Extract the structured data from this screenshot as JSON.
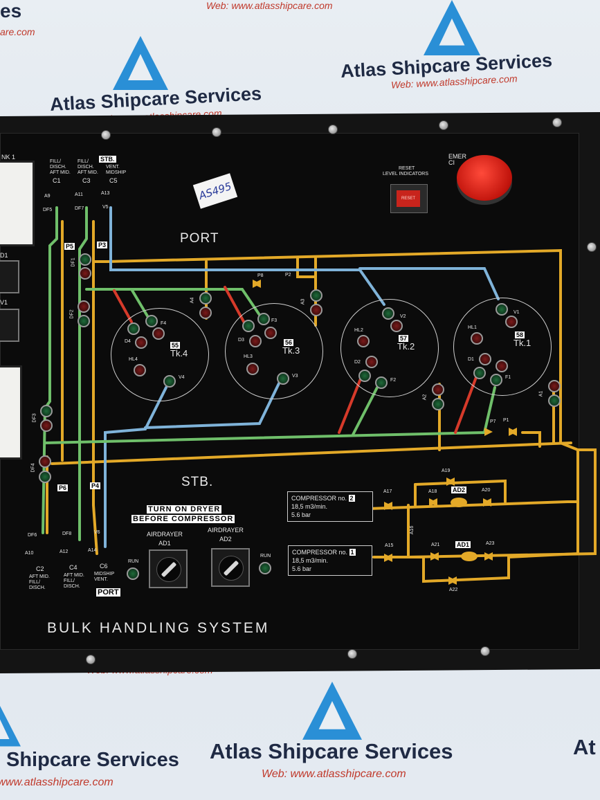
{
  "watermark": {
    "brand": "Atlas Shipcare Services",
    "web": "Web: www.atlasshipcare.com",
    "partial_left_top": "es",
    "partial_left_sub": "are.com",
    "partial_right": "At"
  },
  "handwritten_tag": "AS495",
  "panel": {
    "title": "BULK HANDLING SYSTEM",
    "port_label": "PORT",
    "stb_label": "STB.",
    "tank_partial": "NK 1",
    "reset": {
      "line1": "RESET",
      "line2": "LEVEL INDICATORS",
      "button": "RESET"
    },
    "emergency_partial": "EMER\nCI",
    "left_partial": {
      "d1": "D1",
      "v1": "V1"
    }
  },
  "top_columns": [
    {
      "header": "FILL/\nDISCH.\nAFT MID.",
      "id": "C1",
      "valve": "A9",
      "valve2": "DF5"
    },
    {
      "header": "FILL/\nDISCH.\nAFT MID.",
      "id": "C3",
      "valve": "A11",
      "valve2": "DF7",
      "stb_tag": "STB."
    },
    {
      "header": "VENT.\nMIDSHIP",
      "id": "C5",
      "valve": "A13",
      "valve2": "V5"
    }
  ],
  "bottom_columns": [
    {
      "valve": "DF6",
      "valve2": "A10",
      "id": "C2",
      "footer": "AFT MID.\nFILL/\nDISCH."
    },
    {
      "valve": "DF8",
      "valve2": "A12",
      "id": "C4",
      "footer": "AFT MID.\nFILL/\nDISCH."
    },
    {
      "valve": "V6",
      "valve2": "A14",
      "id": "C6",
      "footer": "MIDSHIP\nVENT.",
      "port_tag": "PORT"
    }
  ],
  "pipe_tags": [
    "P5",
    "P3",
    "P6",
    "P4",
    "P8",
    "P2",
    "P7",
    "P1"
  ],
  "side_valves": [
    "DF1",
    "DF2",
    "DF3",
    "DF4",
    "A4",
    "A3",
    "A2",
    "A1"
  ],
  "tanks": [
    {
      "num": "55",
      "name": "Tk.4",
      "lamps": [
        "F4",
        "D4",
        "HL4",
        "V4"
      ]
    },
    {
      "num": "56",
      "name": "Tk.3",
      "lamps": [
        "F3",
        "D3",
        "HL3",
        "V3"
      ]
    },
    {
      "num": "57",
      "name": "Tk.2",
      "lamps": [
        "HL2",
        "V2",
        "D2",
        "F2"
      ]
    },
    {
      "num": "58",
      "name": "Tk.1",
      "lamps": [
        "HL1",
        "V1",
        "D1",
        "F1"
      ]
    }
  ],
  "dryer": {
    "warning1": "TURN ON DRYER",
    "warning2": "BEFORE COMPRESSOR",
    "sw1_label": "AIRDRAYER\nAD1",
    "sw2_label": "AIRDRAYER\nAD2",
    "run": "RUN"
  },
  "compressors": [
    {
      "label": "COMPRESSOR no.",
      "no": "2",
      "flow": "18,5 m3/min.",
      "pressure": "5.6 bar"
    },
    {
      "label": "COMPRESSOR no.",
      "no": "1",
      "flow": "18,5 m3/min.",
      "pressure": "5.6 bar"
    }
  ],
  "air_valves": [
    "A17",
    "A18",
    "A19",
    "AD2",
    "A20",
    "A16",
    "A15",
    "A21",
    "AD1",
    "A23",
    "A22"
  ],
  "colors": {
    "yellow": "#e3a928",
    "blue": "#7fb3d9",
    "green": "#6fbf6a",
    "red": "#d63a2a",
    "panel": "#0b0b0b"
  }
}
